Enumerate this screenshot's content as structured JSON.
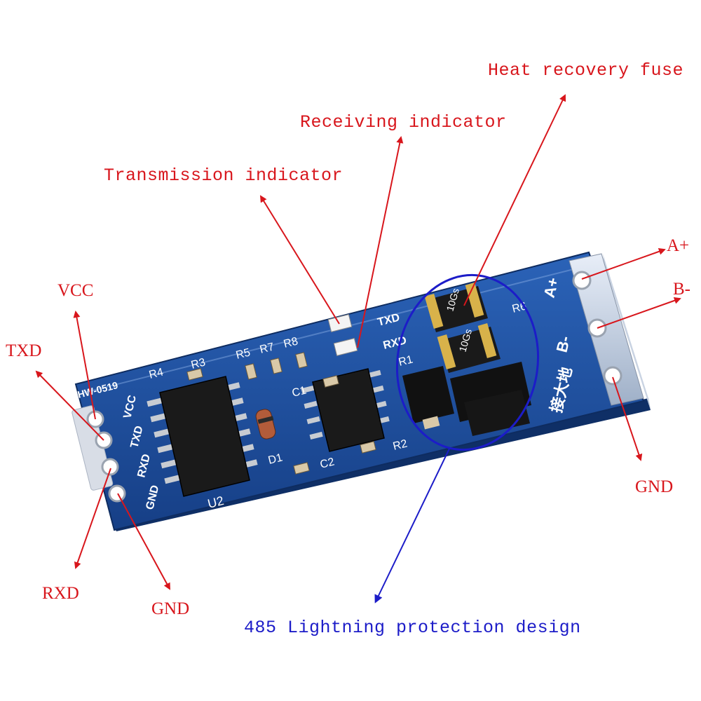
{
  "labels": {
    "heat_fuse": "Heat recovery fuse",
    "receiving": "Receiving indicator",
    "transmission": "Transmission indicator",
    "a_plus": "A+",
    "b_minus": "B-",
    "gnd_right": "GND",
    "vcc": "VCC",
    "txd": "TXD",
    "rxd": "RXD",
    "gnd_left": "GND",
    "lightning": "485 Lightning protection design"
  },
  "board": {
    "model": "HW-0519",
    "pin_vcc": "VCC",
    "pin_txd": "TXD",
    "pin_rxd": "RXD",
    "pin_gnd": "GND",
    "led_txd": "TXD",
    "led_rxd": "RXD",
    "term_a": "A+",
    "term_b": "B-",
    "ground_cn": "接大地",
    "chip_u2": "U2",
    "fuse_code": "10Gs",
    "refs": [
      "R4",
      "R3",
      "R5",
      "R7",
      "R8",
      "C1",
      "D1",
      "C2",
      "R2",
      "R1",
      "R6"
    ]
  },
  "colors": {
    "annotation_red": "#d8161c",
    "annotation_blue": "#1c1cc8",
    "pcb_blue": "#1e4f9e",
    "silkscreen": "#ffffff"
  },
  "icons": [
    "arrow-icon"
  ]
}
